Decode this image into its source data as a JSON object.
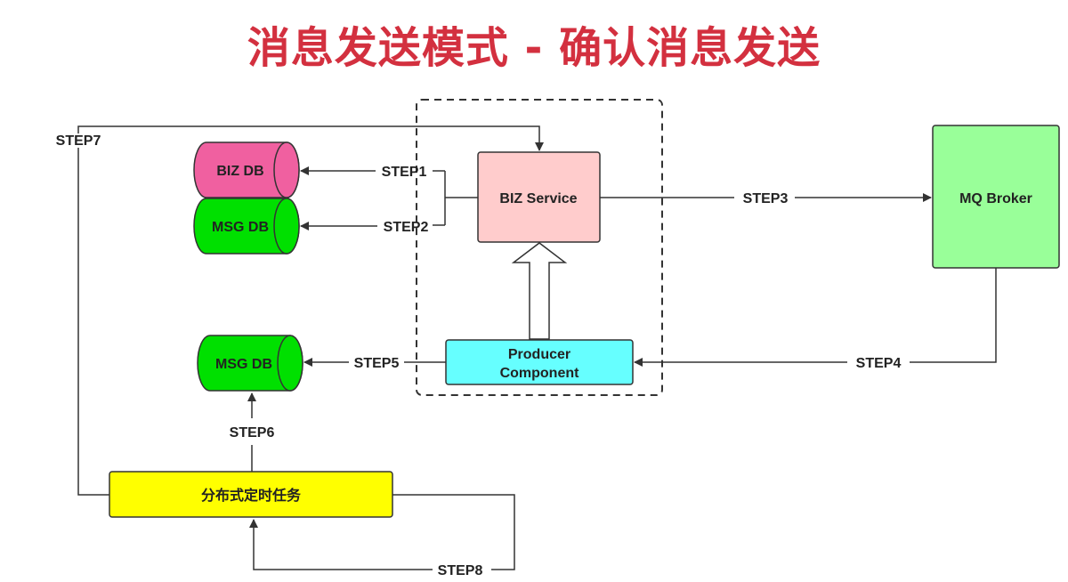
{
  "title": "消息发送模式 - 确认消息发送",
  "nodes": {
    "biz_db": "BIZ DB",
    "msg_db_top": "MSG DB",
    "msg_db_bottom": "MSG DB",
    "biz_service": "BIZ Service",
    "mq_broker": "MQ Broker",
    "producer_line1": "Producer",
    "producer_line2": "Component",
    "scheduler": "分布式定时任务"
  },
  "steps": {
    "step1": "STEP1",
    "step2": "STEP2",
    "step3": "STEP3",
    "step4": "STEP4",
    "step5": "STEP5",
    "step6": "STEP6",
    "step7": "STEP7",
    "step8": "STEP8"
  },
  "colors": {
    "title": "#d3303f",
    "biz_db": "#f060a0",
    "msg_db": "#00e000",
    "biz_service": "#ffcccc",
    "mq_broker": "#99ff99",
    "producer": "#66ffff",
    "scheduler": "#ffff00"
  }
}
